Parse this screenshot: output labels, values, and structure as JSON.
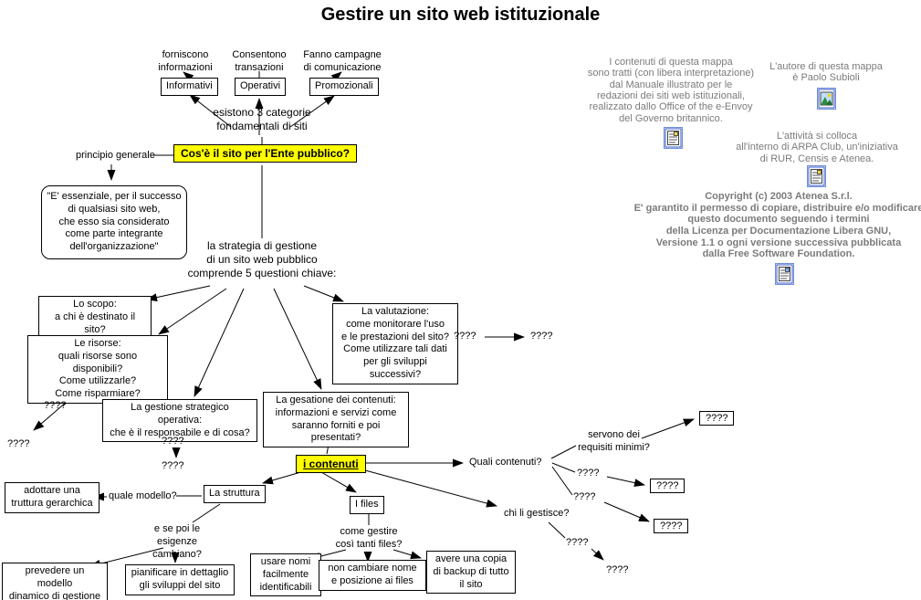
{
  "title": "Gestire un sito web istituzionale",
  "colors": {
    "highlight": "#ffff00",
    "credits_text": "#7b7b7b",
    "line": "#000000"
  },
  "placeholders": {
    "q": "????"
  },
  "site_categories": {
    "note_informativi": "forniscono\ninformazioni",
    "note_operativi": "Consentono\ntransazioni",
    "note_promozionali": "Fanno campagne\ndi comunicazione",
    "box_informativi": "Informativi",
    "box_operativi": "Operativi",
    "box_promozionali": "Promozionali",
    "exist_text": "esistono 3 categorie\nfondamentali di siti"
  },
  "principle": {
    "label": "principio generale",
    "question": "Cos'è il sito per l'Ente pubblico?",
    "quote": "\"E' essenziale, per il successo\ndi qualsiasi sito web,\nche esso sia considerato\ncome parte integrante\ndell'organizzazione\""
  },
  "strategy": {
    "intro": "la strategia di gestione\ndi un sito web pubblico\ncomprende 5 questioni chiave:",
    "scopo": "Lo scopo:\na chi è destinato il sito?",
    "risorse": "Le risorse:\nquali risorse sono disponibili?\nCome utilizzarle?\nCome risparmiare?",
    "gestione": "La gestione strategico operativa:\nche è il responsabile e di cosa?",
    "valutazione": "La valutazione:\ncome monitorare l'uso\ne le prestazioni del sito?\nCome utilizzare tali dati\nper gli sviluppi successivi?",
    "contenuti": "La gesatione dei contenuti:\ninformazioni e servizi come\nsaranno forniti e poi presentati?"
  },
  "contents": {
    "highlight": "i contenuti",
    "quali": "Quali contenuti?",
    "servono": "servono dei\nrequisiti minimi?",
    "chi": "chi li gestisce?",
    "files_box": "I files",
    "come_gestire": "come gestire\ncosì tanti files?",
    "usare": "usare nomi\nfacilmente\nidentificabili",
    "non_cambiare": "non cambiare nome\ne posizione ai files",
    "backup": "avere una copia\ndi backup di tutto\nil sito"
  },
  "structure": {
    "box": "La struttura",
    "quale_modello": "quale modello?",
    "adottare": "adottare una\ntruttura gerarchica",
    "esigenze": "e se poi le esigenze\ncambiano?",
    "prevedere": "prevedere un modello\ndinamico di gestione",
    "pianificare": "pianificare in dettaglio\ngli sviluppi del sito"
  },
  "credits": {
    "source": "I contenuti di questa mappa\nsono tratti (con libera interpretazione)\ndal Manuale illustrato per le\nredazioni dei siti web istituzionali,\nrealizzato dallo Office of the e-Envoy\ndel Governo britannico.",
    "author": "L'autore di questa mappa\nè Paolo Subioli",
    "activity": "L'attività si colloca\nall'interno di ARPA Club, un'iniziativa\ndi RUR, Censis e Atenea.",
    "copyright": "Copyright (c)  2003 Atenea S.r.l.\nE' garantito il permesso di copiare, distribuire e/o modificare\nquesto documento seguendo i termini\ndella Licenza per Documentazione Libera GNU,\nVersione 1.1 o ogni versione successiva pubblicata\ndalla Free Software Foundation.",
    "icons": {
      "source_icon": "document-resource-icon",
      "author_icon": "image-resource-icon",
      "activity_icon": "document-resource-icon",
      "copyright_icon": "document-resource-icon"
    }
  }
}
